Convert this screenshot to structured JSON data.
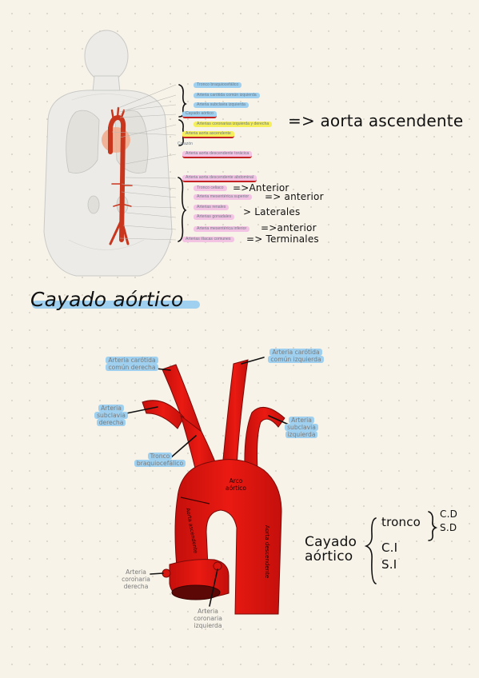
{
  "top_labels": [
    "Tronco braquiocefálico",
    "Arteria carótida común izquierda",
    "Arteria subclavia izquierda",
    "Cayado aórtico",
    "Arterias coronarias izquierda y derecha",
    "Arteria aorta ascendente",
    "Arteria aorta descendente torácica",
    "Arteria aorta descendente abdominal",
    "Tronco celiaco",
    "Arteria mesentérica superior",
    "Arterias renales",
    "Arterias gonadales",
    "Arteria mesentérica inferior",
    "Arterias ilíacas comunes"
  ],
  "small_text": {
    "corazon": "Corazón"
  },
  "notes": {
    "aorta_ascendente": "=> aorta ascendente",
    "anterior_1": "=>Anterior",
    "anterior_2": "=> anterior",
    "laterales": "> Laterales",
    "anterior_3": "=>anterior",
    "terminales": "=> Terminales"
  },
  "section_title": "Cayado aórtico",
  "arch_labels": {
    "carotida_derecha": [
      "Arteria carótida",
      "común derecha"
    ],
    "carotida_izquierda": [
      "Arteria carótida",
      "común izquierda"
    ],
    "subclavia_derecha": [
      "Arteria",
      "subclavia",
      "derecha"
    ],
    "subclavia_izquierda": [
      "Arteria",
      "subclavia",
      "izquierda"
    ],
    "tronco": [
      "Tronco",
      "braquiocefálico"
    ],
    "coronaria_derecha": [
      "Arteria",
      "coronaria",
      "derecha"
    ],
    "coronaria_izquierda": [
      "Arteria",
      "coronaria",
      "izquierda"
    ]
  },
  "vessel_labels": {
    "arco": [
      "Arco",
      "aórtico"
    ],
    "ascendente": "Aorta ascendente",
    "descendente": "Aorta descendente"
  },
  "summary": {
    "title_1": "Cayado",
    "title_2": "aórtico",
    "tronco": "tronco",
    "cd": "C.D",
    "sd": "S.D",
    "ci": "C.I",
    "si": "S.I"
  },
  "colors": {
    "artery": "#e3140f",
    "artery_dark": "#8c0d0a",
    "highlight_blue": "#9fd0ef",
    "highlight_yellow": "#f4ef5a",
    "highlight_pink": "#f3c3e4",
    "underline_red": "#c42222"
  }
}
